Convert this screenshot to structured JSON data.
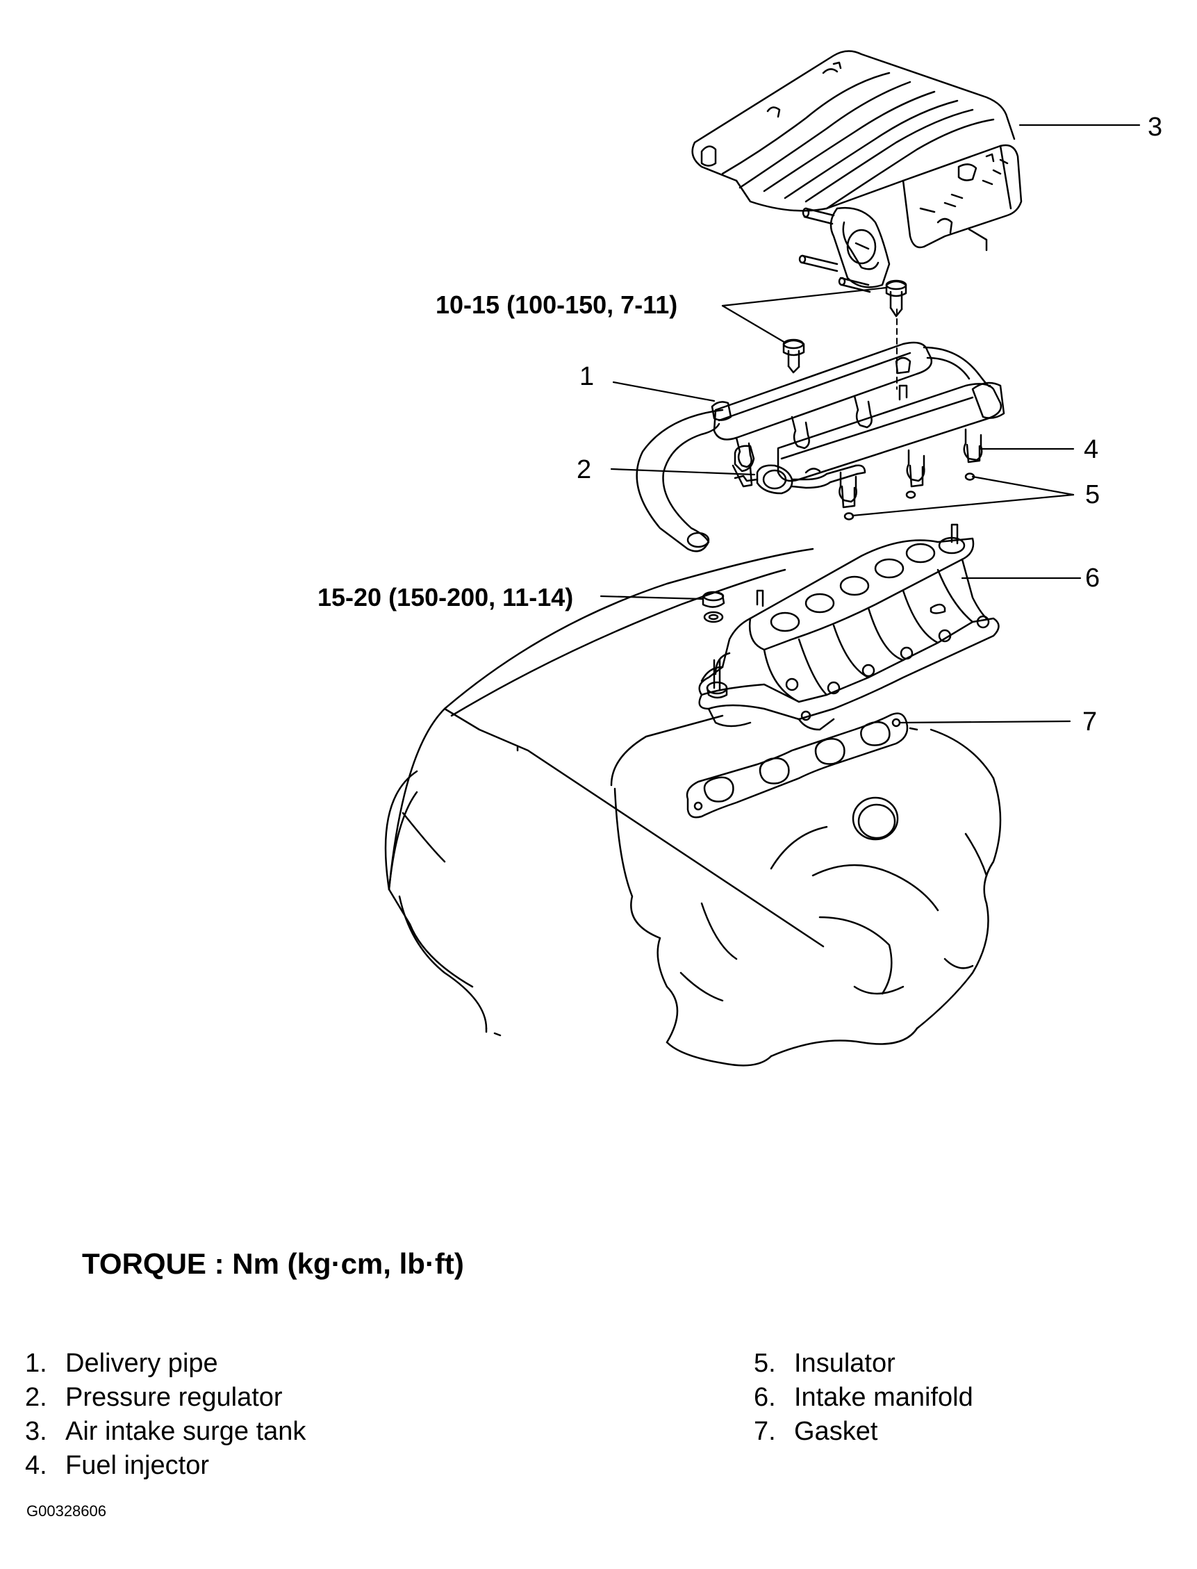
{
  "callouts": [
    "1",
    "2",
    "3",
    "4",
    "5",
    "6",
    "7"
  ],
  "torque_specs": {
    "rail_bolts": "10-15 (100-150, 7-11)",
    "manifold_nut": "15-20 (150-200, 11-14)"
  },
  "torque_title": "TORQUE : Nm (kg·cm, lb·ft)",
  "legend": [
    {
      "num": "1.",
      "label": "Delivery pipe"
    },
    {
      "num": "2.",
      "label": "Pressure regulator"
    },
    {
      "num": "3.",
      "label": "Air intake surge tank"
    },
    {
      "num": "4.",
      "label": "Fuel injector"
    },
    {
      "num": "5.",
      "label": "Insulator"
    },
    {
      "num": "6.",
      "label": "Intake manifold"
    },
    {
      "num": "7.",
      "label": "Gasket"
    }
  ],
  "figure_code": "G00328606"
}
